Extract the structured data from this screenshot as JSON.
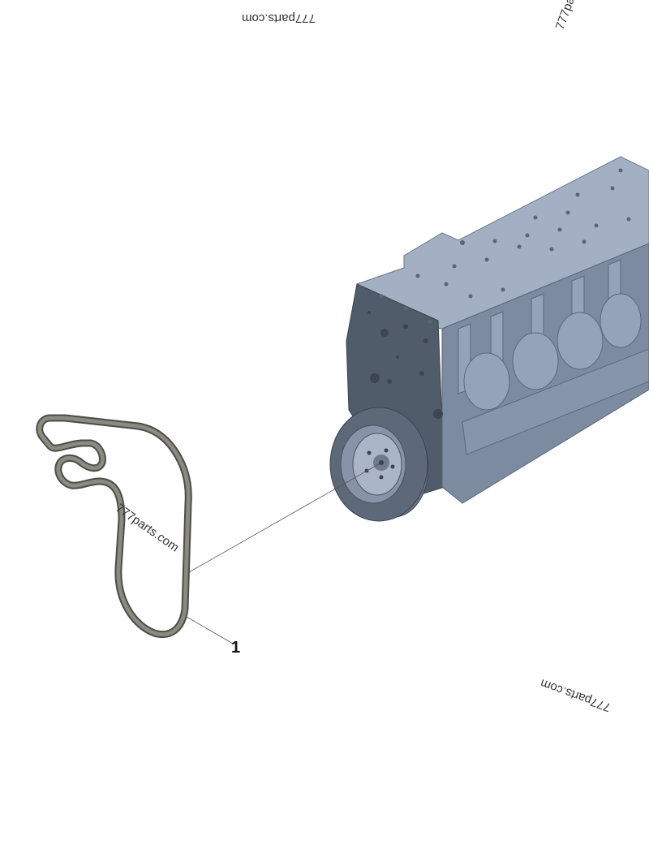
{
  "diagram": {
    "callout_label": "1",
    "watermarks": [
      "777parts.com",
      "777pa",
      "777parts.com",
      "777parts.com"
    ]
  },
  "colors": {
    "engine_top": "#9aa8bd",
    "engine_side": "#4b5563",
    "engine_front": "#5b6676",
    "belt": "#7a7a72",
    "leader": "#555555"
  },
  "parts": [
    {
      "id": "1",
      "name": "belt"
    }
  ]
}
